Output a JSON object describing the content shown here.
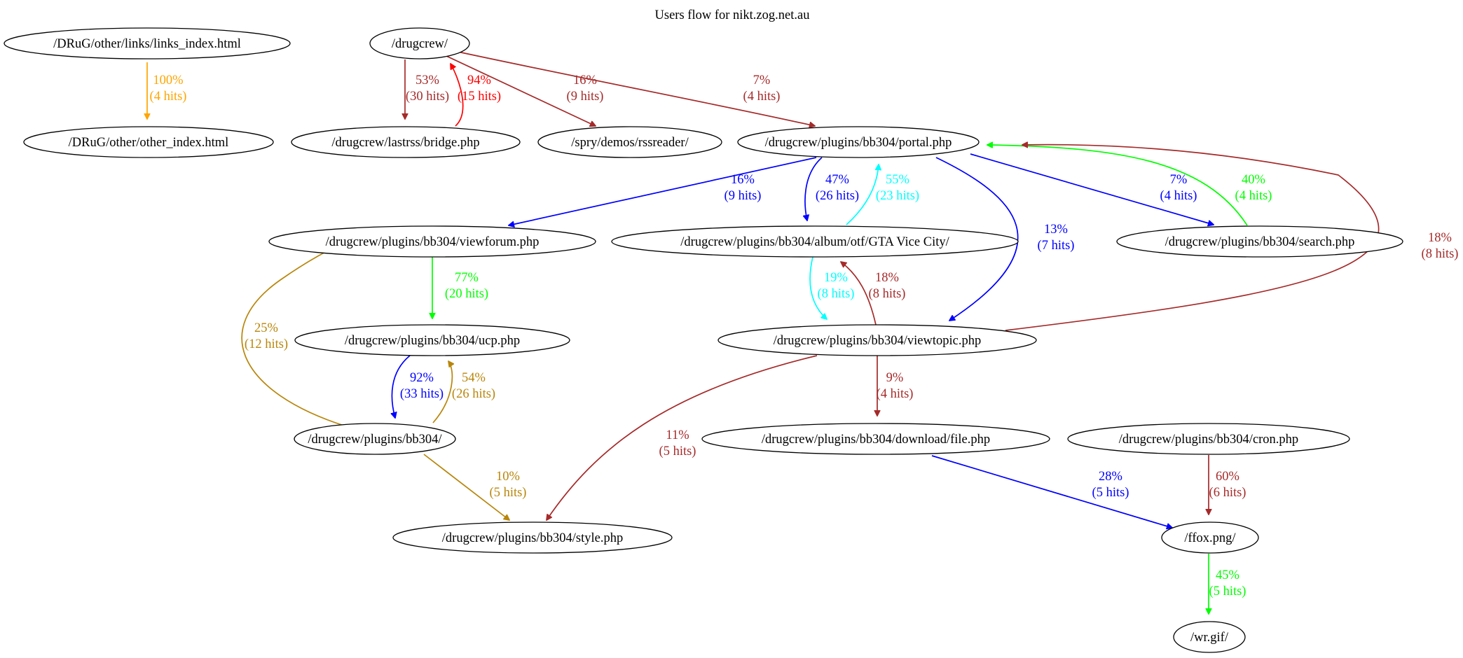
{
  "title": "Users flow for nikt.zog.net.au",
  "colors": {
    "orange": "#FFA500",
    "brown": "#A52A2A",
    "red": "#FF0000",
    "blue": "#0000FF",
    "cyan": "#00FFFF",
    "green": "#00FF00",
    "gold": "#B8860B"
  },
  "nodes": [
    {
      "id": "links_index",
      "label": "/DRuG/other/links/links_index.html"
    },
    {
      "id": "other_index",
      "label": "/DRuG/other/other_index.html"
    },
    {
      "id": "drugcrew",
      "label": "/drugcrew/"
    },
    {
      "id": "bridge",
      "label": "/drugcrew/lastrss/bridge.php"
    },
    {
      "id": "rssreader",
      "label": "/spry/demos/rssreader/"
    },
    {
      "id": "portal",
      "label": "/drugcrew/plugins/bb304/portal.php"
    },
    {
      "id": "viewforum",
      "label": "/drugcrew/plugins/bb304/viewforum.php"
    },
    {
      "id": "gta",
      "label": "/drugcrew/plugins/bb304/album/otf/GTA Vice City/"
    },
    {
      "id": "search",
      "label": "/drugcrew/plugins/bb304/search.php"
    },
    {
      "id": "ucp",
      "label": "/drugcrew/plugins/bb304/ucp.php"
    },
    {
      "id": "viewtopic",
      "label": "/drugcrew/plugins/bb304/viewtopic.php"
    },
    {
      "id": "bb304",
      "label": "/drugcrew/plugins/bb304/"
    },
    {
      "id": "download",
      "label": "/drugcrew/plugins/bb304/download/file.php"
    },
    {
      "id": "cron",
      "label": "/drugcrew/plugins/bb304/cron.php"
    },
    {
      "id": "style",
      "label": "/drugcrew/plugins/bb304/style.php"
    },
    {
      "id": "ffox",
      "label": "/ffox.png/"
    },
    {
      "id": "wr",
      "label": "/wr.gif/"
    }
  ],
  "edges": [
    {
      "id": "e1",
      "from": "links_index",
      "to": "other_index",
      "percent": "100%",
      "hits": "(4 hits)",
      "color": "orange"
    },
    {
      "id": "e2",
      "from": "drugcrew",
      "to": "bridge",
      "percent": "53%",
      "hits": "(30 hits)",
      "color": "brown"
    },
    {
      "id": "e3",
      "from": "bridge",
      "to": "drugcrew",
      "percent": "94%",
      "hits": "(15 hits)",
      "color": "red"
    },
    {
      "id": "e4",
      "from": "drugcrew",
      "to": "rssreader",
      "percent": "16%",
      "hits": "(9 hits)",
      "color": "brown"
    },
    {
      "id": "e5",
      "from": "drugcrew",
      "to": "portal",
      "percent": "7%",
      "hits": "(4 hits)",
      "color": "brown"
    },
    {
      "id": "e6",
      "from": "portal",
      "to": "viewforum",
      "percent": "16%",
      "hits": "(9 hits)",
      "color": "blue"
    },
    {
      "id": "e7",
      "from": "portal",
      "to": "gta",
      "percent": "47%",
      "hits": "(26 hits)",
      "color": "blue"
    },
    {
      "id": "e8",
      "from": "gta",
      "to": "portal",
      "percent": "55%",
      "hits": "(23 hits)",
      "color": "cyan"
    },
    {
      "id": "e9",
      "from": "portal",
      "to": "viewtopic",
      "percent": "13%",
      "hits": "(7 hits)",
      "color": "blue"
    },
    {
      "id": "e10",
      "from": "portal",
      "to": "search",
      "percent": "7%",
      "hits": "(4 hits)",
      "color": "blue"
    },
    {
      "id": "e11",
      "from": "search",
      "to": "portal",
      "percent": "40%",
      "hits": "(4 hits)",
      "color": "green"
    },
    {
      "id": "e12",
      "from": "viewtopic",
      "to": "portal",
      "percent": "18%",
      "hits": "(8 hits)",
      "color": "brown"
    },
    {
      "id": "e13",
      "from": "viewforum",
      "to": "ucp",
      "percent": "77%",
      "hits": "(20 hits)",
      "color": "green"
    },
    {
      "id": "e14",
      "from": "gta",
      "to": "viewtopic",
      "percent": "19%",
      "hits": "(8 hits)",
      "color": "cyan"
    },
    {
      "id": "e15",
      "from": "viewtopic",
      "to": "gta",
      "percent": "18%",
      "hits": "(8 hits)",
      "color": "brown"
    },
    {
      "id": "e16",
      "from": "bb304",
      "to": "viewforum",
      "percent": "25%",
      "hits": "(12 hits)",
      "color": "gold"
    },
    {
      "id": "e17",
      "from": "ucp",
      "to": "bb304",
      "percent": "92%",
      "hits": "(33 hits)",
      "color": "blue"
    },
    {
      "id": "e18",
      "from": "bb304",
      "to": "ucp",
      "percent": "54%",
      "hits": "(26 hits)",
      "color": "gold"
    },
    {
      "id": "e19",
      "from": "viewtopic",
      "to": "download",
      "percent": "9%",
      "hits": "(4 hits)",
      "color": "brown"
    },
    {
      "id": "e20",
      "from": "viewtopic",
      "to": "style",
      "percent": "11%",
      "hits": "(5 hits)",
      "color": "brown"
    },
    {
      "id": "e21",
      "from": "bb304",
      "to": "style",
      "percent": "10%",
      "hits": "(5 hits)",
      "color": "gold"
    },
    {
      "id": "e22",
      "from": "download",
      "to": "ffox",
      "percent": "28%",
      "hits": "(5 hits)",
      "color": "blue"
    },
    {
      "id": "e23",
      "from": "cron",
      "to": "ffox",
      "percent": "60%",
      "hits": "(6 hits)",
      "color": "brown"
    },
    {
      "id": "e24",
      "from": "ffox",
      "to": "wr",
      "percent": "45%",
      "hits": "(5 hits)",
      "color": "green"
    }
  ]
}
